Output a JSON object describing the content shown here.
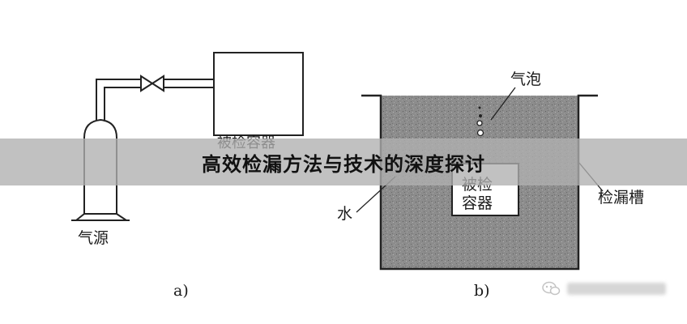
{
  "banner": {
    "title": "高效检漏方法与技术的深度探讨"
  },
  "figure_a": {
    "gas_source_label": "气源",
    "device_label_partial": "被检容器",
    "caption": "a)"
  },
  "figure_b": {
    "bubble_label": "气泡",
    "container_label_top": "被检",
    "container_label_bottom": "容器",
    "water_label": "水",
    "tank_label": "检漏槽",
    "caption": "b)"
  }
}
